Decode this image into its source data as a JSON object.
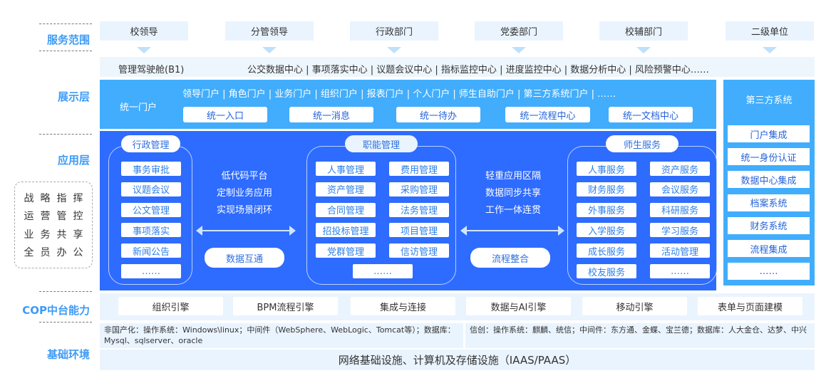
{
  "layers": {
    "scope": "服务范围",
    "display": "展示层",
    "application": "应用层",
    "cop": "COP中台能力",
    "base": "基础环境"
  },
  "scope_items": [
    "校领导",
    "分管领导",
    "行政部门",
    "党委部门",
    "校辅部门",
    "二级单位"
  ],
  "cockpit": {
    "label": "管理驾驶舱(B1)",
    "centers": "公交数据中心 | 事项落实中心 | 议题会议中心 | 指标监控中心 | 进度监控中心 | 数据分析中心 | 风险预警中心……"
  },
  "portal": {
    "label": "统一门户",
    "list": "领导门户 | 角色门户 | 业务门户 | 组织门户 | 报表门户 | 个人门户 | 师生自助门户 | 第三方系统门户 | ……",
    "buttons": [
      "统一入口",
      "统一消息",
      "统一待办",
      "统一流程中心",
      "统一文档中心"
    ]
  },
  "third_party": {
    "title": "第三方系统",
    "items": [
      "门户集成",
      "统一身份认证",
      "数据中心集成",
      "档案系统",
      "财务系统",
      "流程集成",
      "……"
    ]
  },
  "side_box": [
    "战",
    "略",
    "指",
    "挥",
    "运",
    "营",
    "管",
    "控",
    "业",
    "务",
    "共",
    "享",
    "全",
    "员",
    "办",
    "公"
  ],
  "groups": {
    "admin": {
      "title": "行政管理",
      "items": [
        "事务审批",
        "议题会议",
        "公文管理",
        "事项落实",
        "新闻公告",
        "……"
      ]
    },
    "function": {
      "title": "职能管理",
      "left": [
        "人事管理",
        "资产管理",
        "合同管理",
        "招投标管理",
        "党群管理"
      ],
      "right": [
        "费用管理",
        "采购管理",
        "法务管理",
        "项目管理",
        "信访管理"
      ],
      "more": "……"
    },
    "service": {
      "title": "师生服务",
      "left": [
        "人事服务",
        "财务服务",
        "外事服务",
        "入学服务",
        "成长服务",
        "校友服务"
      ],
      "right": [
        "资产服务",
        "会议服务",
        "科研服务",
        "学习服务",
        "活动管理",
        "……"
      ]
    }
  },
  "middle1": {
    "lines": [
      "低代码平台",
      "定制业务应用",
      "实现场景闭环"
    ],
    "pill": "数据互通"
  },
  "middle2": {
    "lines": [
      "轻重应用区隔",
      "数据同步共享",
      "工作一体连贯"
    ],
    "pill": "流程整合"
  },
  "cop_items": [
    "组织引擎",
    "BPM流程引擎",
    "集成与连接",
    "数据与AI引擎",
    "移动引擎",
    "表单与页面建模"
  ],
  "base": {
    "non_domestic": "非国产化：操作系统：Windows\\linux；中间件（WebSphere、WebLogic、Tomcat等）；数据库：Mysql、sqlserver、oracle",
    "xinchuang": "信创：操作系统：麒麟、统信；中间件：东方通、金蝶、宝兰德；数据库：人大金仓、达梦、中兴",
    "infra": "网络基础设施、计算机及存储设施（IAAS/PAAS）"
  },
  "colors": {
    "app_bg": "#2E6BFF",
    "display_bg": "#41ADFC",
    "light_bg": "#EAF4FE",
    "label": "#3D9BF5"
  }
}
